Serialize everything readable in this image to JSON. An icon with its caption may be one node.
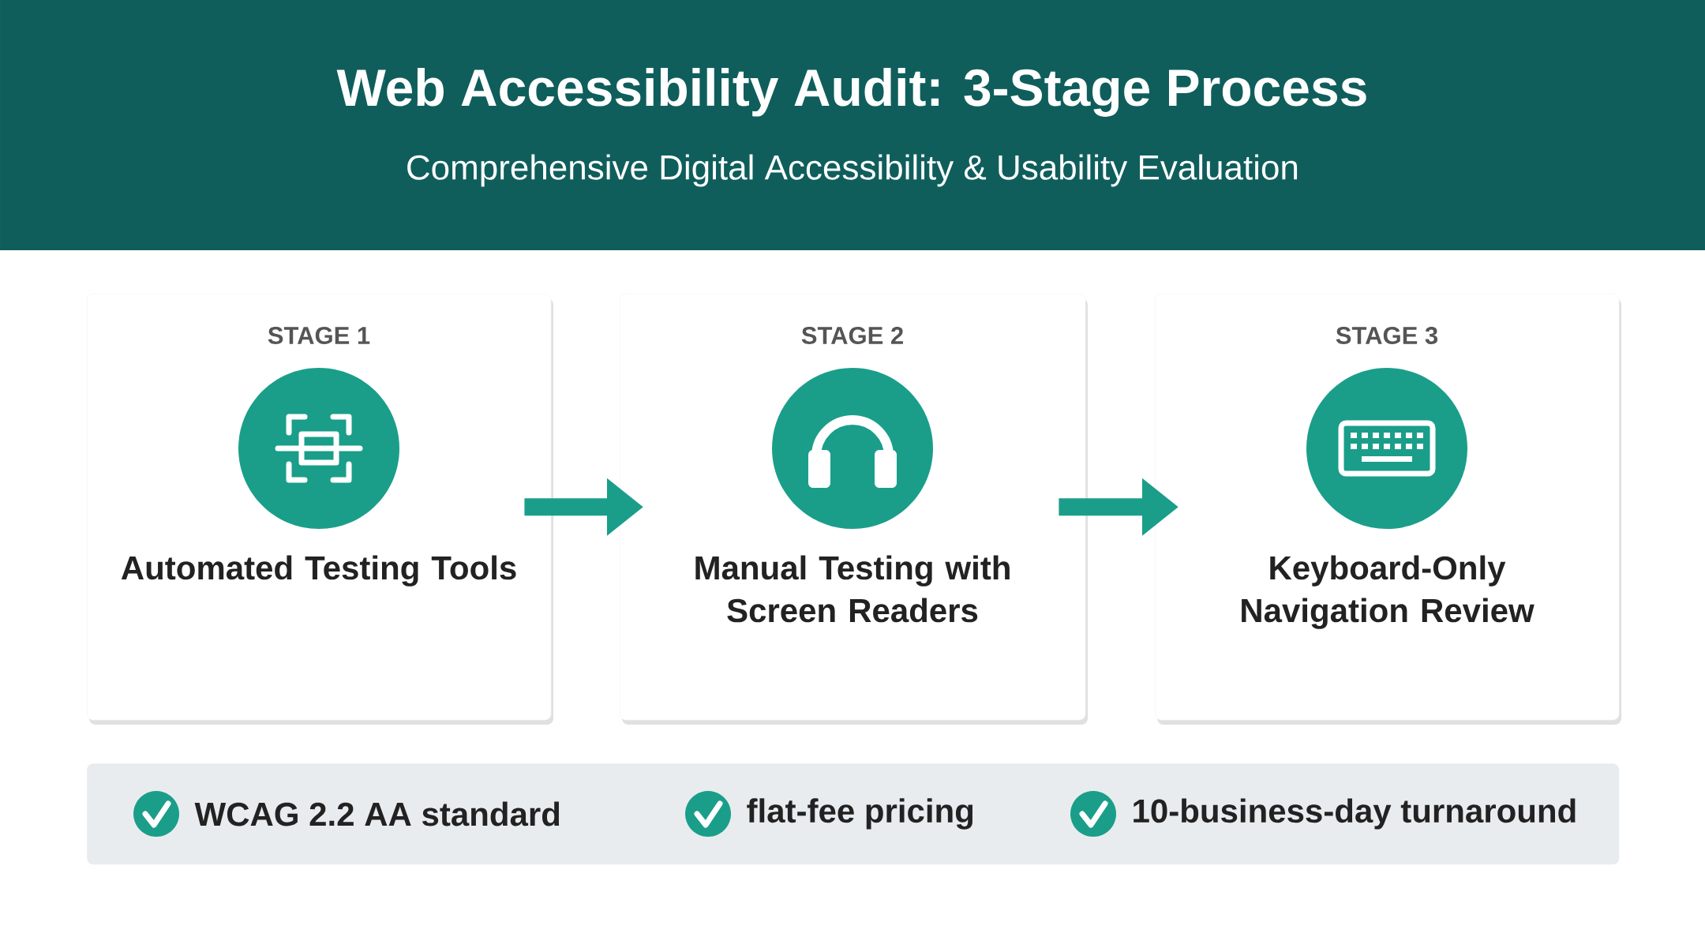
{
  "diagram": {
    "title": "Web Accessibility Audit: 3-Stage Process",
    "nodes": [
      {
        "text": [
          "STAGE 1",
          "Automated Testing Tools"
        ]
      },
      {
        "text": [
          "STAGE 2",
          "Manual Testing with Screen Readers"
        ]
      },
      {
        "text": [
          "STAGE 3",
          "Keyboard-Only Navigation Review"
        ]
      },
      {
        "text": [
          "WCAG 2.2 AA standard",
          "flat-fee pricing",
          "10-business-day turnaround"
        ]
      }
    ],
    "edges": [
      {
        "from": 0,
        "to": 1,
        "arrow": "to"
      },
      {
        "from": 1,
        "to": 2,
        "arrow": "to"
      }
    ],
    "labels": [
      "Comprehensive Digital Accessibility & Usability Evaluation"
    ]
  }
}
